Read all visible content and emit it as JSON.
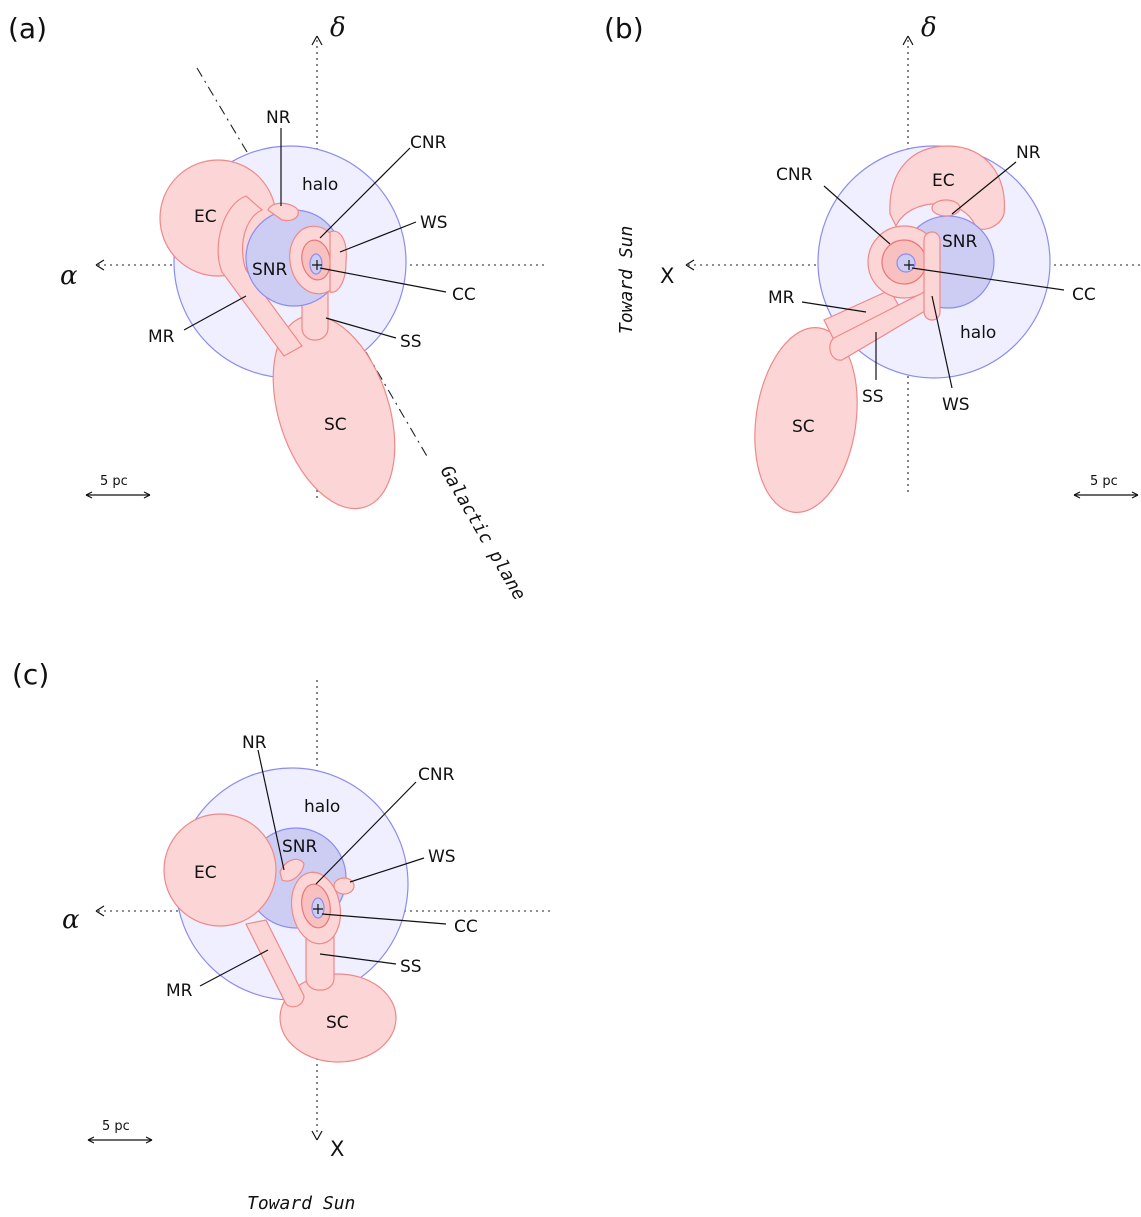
{
  "panels": {
    "a": {
      "label": "(a)",
      "axis_h": "α",
      "axis_v": "δ",
      "plane_label": "Galactic plane",
      "scale": "5 pc",
      "regions": {
        "halo": "halo",
        "snr": "SNR",
        "ec": "EC",
        "sc": "SC"
      },
      "callouts": {
        "nr": "NR",
        "cnr": "CNR",
        "ws": "WS",
        "cc": "CC",
        "ss": "SS",
        "mr": "MR"
      }
    },
    "b": {
      "label": "(b)",
      "axis_h": "X",
      "axis_v": "δ",
      "side_label": "Toward Sun",
      "scale": "5 pc",
      "regions": {
        "halo": "halo",
        "snr": "SNR",
        "ec": "EC",
        "sc": "SC"
      },
      "callouts": {
        "nr": "NR",
        "cnr": "CNR",
        "ws": "WS",
        "cc": "CC",
        "ss": "SS",
        "mr": "MR"
      }
    },
    "c": {
      "label": "(c)",
      "axis_h": "α",
      "axis_v": "X",
      "bottom_label": "Toward Sun",
      "scale": "5 pc",
      "regions": {
        "halo": "halo",
        "snr": "SNR",
        "ec": "EC",
        "sc": "SC"
      },
      "callouts": {
        "nr": "NR",
        "cnr": "CNR",
        "ws": "WS",
        "cc": "CC",
        "ss": "SS",
        "mr": "MR"
      }
    }
  }
}
